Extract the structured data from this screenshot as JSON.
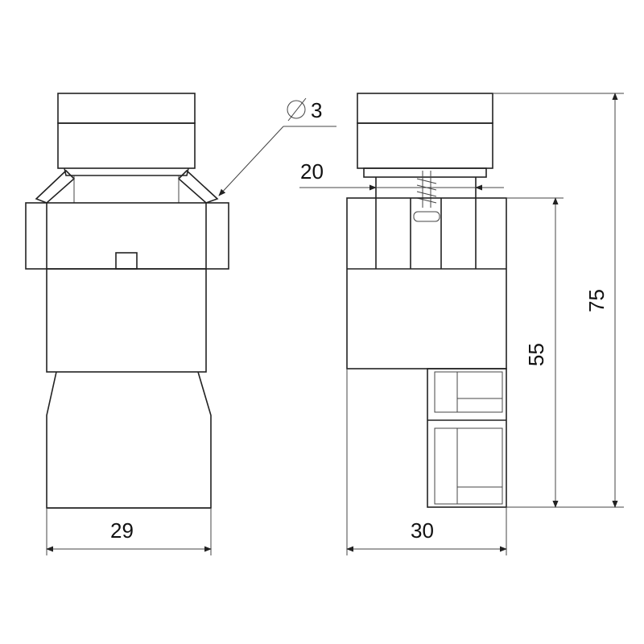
{
  "dimensions": {
    "diameter_symbol": "⌀",
    "hole_diameter": "3",
    "neck_width": "20",
    "front_width": "29",
    "side_width": "30",
    "body_height": "55",
    "total_height": "75"
  },
  "colors": {
    "line": "#222222",
    "background": "#ffffff"
  }
}
